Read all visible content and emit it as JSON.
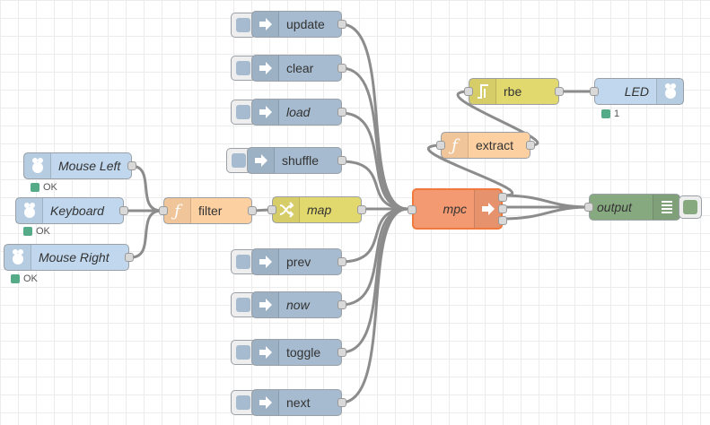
{
  "flow": {
    "colors": {
      "inject": "#a6bbcf",
      "rpi": "#c0d7ee",
      "function": "#fdd0a2",
      "change": "#e2d96e",
      "mpc": "#f39a72",
      "rbe": "#e2d96e",
      "debug": "#87a980",
      "wire": "#8c8c8c"
    },
    "inject_nodes": [
      {
        "label": "update"
      },
      {
        "label": "clear"
      },
      {
        "label": "load"
      },
      {
        "label": "shuffle"
      },
      {
        "label": "prev"
      },
      {
        "label": "now"
      },
      {
        "label": "toggle"
      },
      {
        "label": "next"
      }
    ],
    "rpi_inputs": [
      {
        "label": "Mouse Left",
        "status": "OK"
      },
      {
        "label": "Keyboard",
        "status": "OK"
      },
      {
        "label": "Mouse Right",
        "status": "OK"
      }
    ],
    "filter": {
      "label": "filter",
      "icon": "function-icon"
    },
    "map": {
      "label": "map",
      "icon": "shuffle-icon"
    },
    "mpc": {
      "label": "mpc",
      "icon": "arrow-right-icon"
    },
    "extract": {
      "label": "extract",
      "icon": "function-icon"
    },
    "rbe": {
      "label": "rbe",
      "icon": "rbe-icon"
    },
    "led": {
      "label": "LED",
      "status": "1"
    },
    "output": {
      "label": "output",
      "icon": "debug-list-icon"
    }
  }
}
